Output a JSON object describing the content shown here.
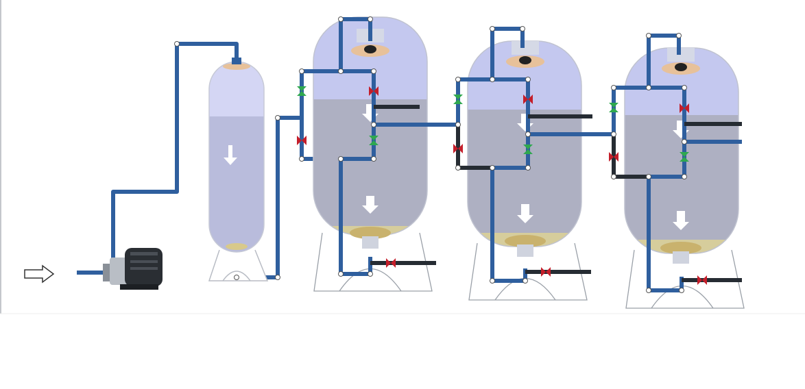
{
  "diagram": {
    "title": "",
    "colors": {
      "pipe": "#2f5f9e",
      "drain_pipe": "#262c33",
      "tank_empty_zone": "#c4c8ef",
      "media": "#aeb0c2",
      "gravel": "#d6cd9c",
      "valve_closed": "#c41e2a",
      "valve_open": "#2fa84f",
      "flow_arrow": "#ffffff",
      "support": "#9aa0a8",
      "pump": "#2a2e33"
    },
    "icons": [
      "inlet-arrow-icon",
      "pump-icon",
      "down-arrow-icon",
      "valve-icon",
      "distributor-icon"
    ],
    "components": [
      {
        "id": "inlet",
        "kind": "inlet-arrow"
      },
      {
        "id": "pump",
        "kind": "centrifugal-pump"
      },
      {
        "id": "column-1",
        "kind": "pre-filter-column"
      },
      {
        "id": "vessel-1",
        "kind": "filter-vessel",
        "valves_open": 2,
        "valves_closed": 3
      },
      {
        "id": "vessel-2",
        "kind": "filter-vessel",
        "valves_open": 2,
        "valves_closed": 3
      },
      {
        "id": "vessel-3",
        "kind": "filter-vessel",
        "valves_open": 2,
        "valves_closed": 3
      }
    ]
  }
}
